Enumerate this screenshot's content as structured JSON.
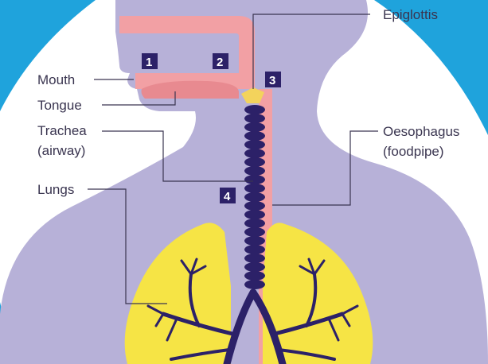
{
  "labels": {
    "mouth": "Mouth",
    "tongue": "Tongue",
    "trachea_line1": "Trachea",
    "trachea_line2": "(airway)",
    "lungs": "Lungs",
    "epiglottis": "Epiglottis",
    "oesophagus_line1": "Oesophagus",
    "oesophagus_line2": "(foodpipe)"
  },
  "markers": [
    "1",
    "2",
    "3",
    "4"
  ],
  "colors": {
    "background_accent": "#1fa3dc",
    "body": "#b7b1d8",
    "passage": "#f2a0a4",
    "tongue": "#e88a90",
    "lungs": "#f6e445",
    "bronchi": "#2c2168",
    "trachea_rings": "#2c2168",
    "epiglottis": "#f3d35c",
    "marker_box": "#2c2168",
    "text": "#3a3550"
  }
}
